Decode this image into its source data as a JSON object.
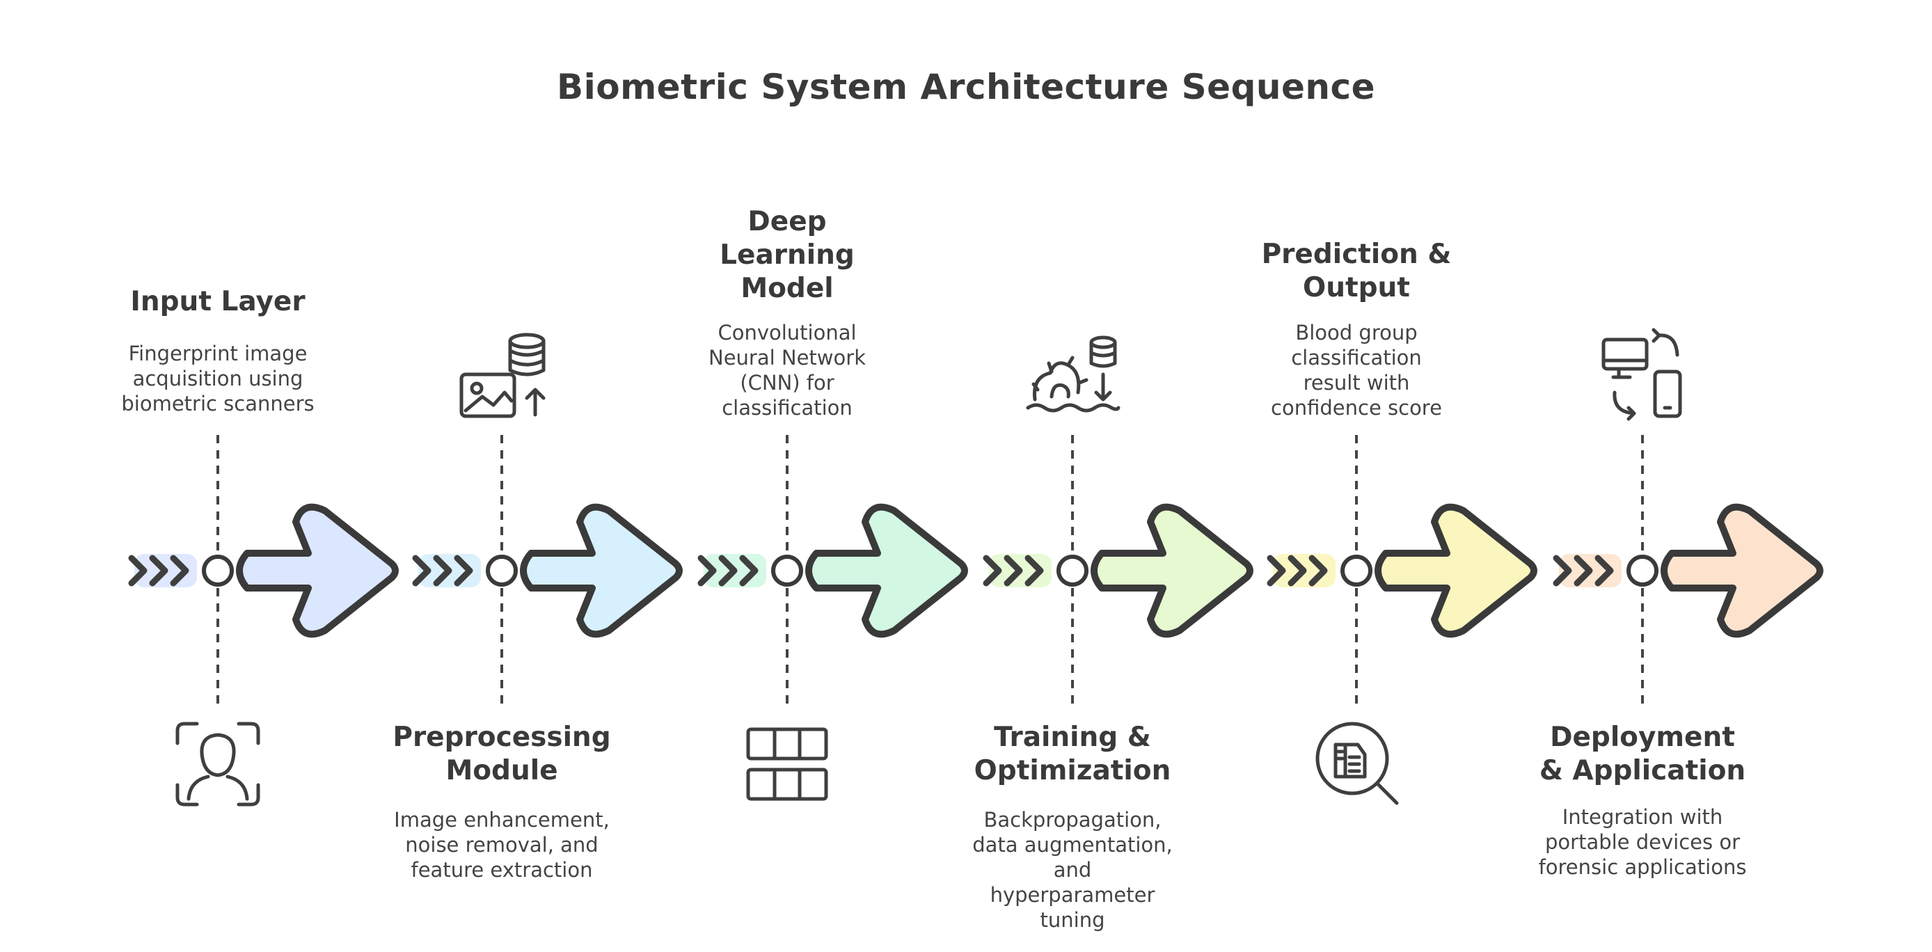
{
  "title": "Biometric System Architecture Sequence",
  "stages": [
    {
      "title": "Input Layer",
      "description": "Fingerprint image acquisition using biometric scanners",
      "icon": "face-scan-icon",
      "color": "#dbe6ff",
      "label_position": "top"
    },
    {
      "title": "Preprocessing Module",
      "description": "Image enhancement, noise removal, and feature extraction",
      "icon": "image-upload-database-icon",
      "color": "#d6f0fd",
      "label_position": "bottom"
    },
    {
      "title": "Deep Learning Model",
      "description": "Convolutional Neural Network (CNN) for classification",
      "icon": "grid-layers-icon",
      "color": "#d2f7e3",
      "label_position": "top"
    },
    {
      "title": "Training & Optimization",
      "description": "Backpropagation, data augmentation, and hyperparameter tuning",
      "icon": "gear-database-flow-icon",
      "color": "#e6f9d0",
      "label_position": "bottom"
    },
    {
      "title": "Prediction & Output",
      "description": "Blood group classification result with confidence score",
      "icon": "document-search-icon",
      "color": "#fbf6bd",
      "label_position": "top"
    },
    {
      "title": "Deployment & Application",
      "description": "Integration with portable devices or forensic applications",
      "icon": "devices-sync-icon",
      "color": "#fde3cd",
      "label_position": "bottom"
    }
  ]
}
